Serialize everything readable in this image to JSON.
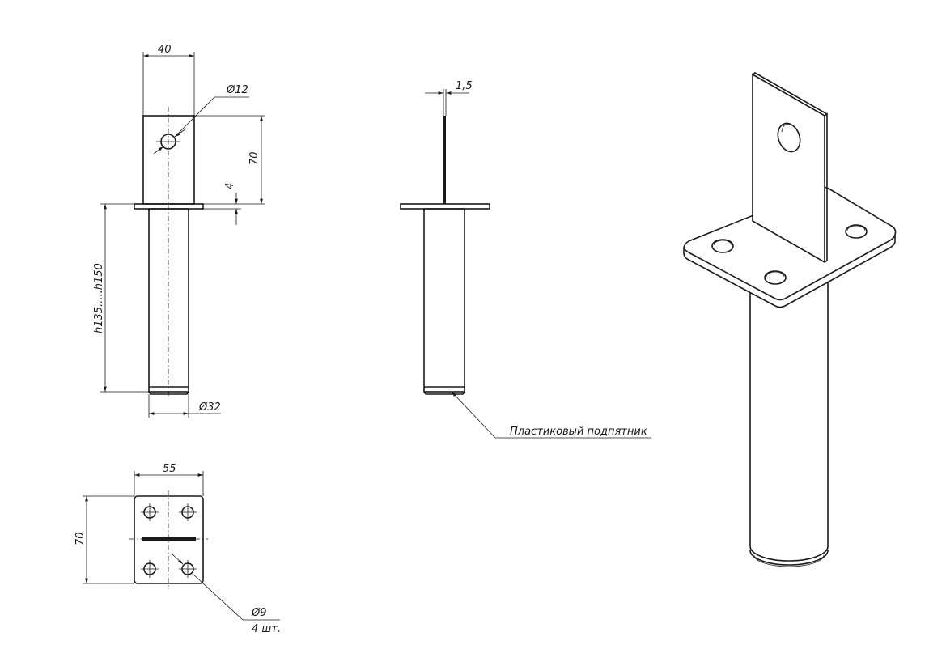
{
  "dimensions": {
    "tab_width": "40",
    "hole_diameter": "Ø12",
    "tab_height": "70",
    "plate_thickness": "4",
    "post_height": "h135.....h150",
    "post_diameter": "Ø32",
    "tab_thickness": "1,5",
    "plate_width": "55",
    "plate_length": "70",
    "plate_hole_diameter": "Ø9",
    "plate_hole_count": "4 шт."
  },
  "labels": {
    "plastic_foot": "Пластиковый подпятник"
  }
}
